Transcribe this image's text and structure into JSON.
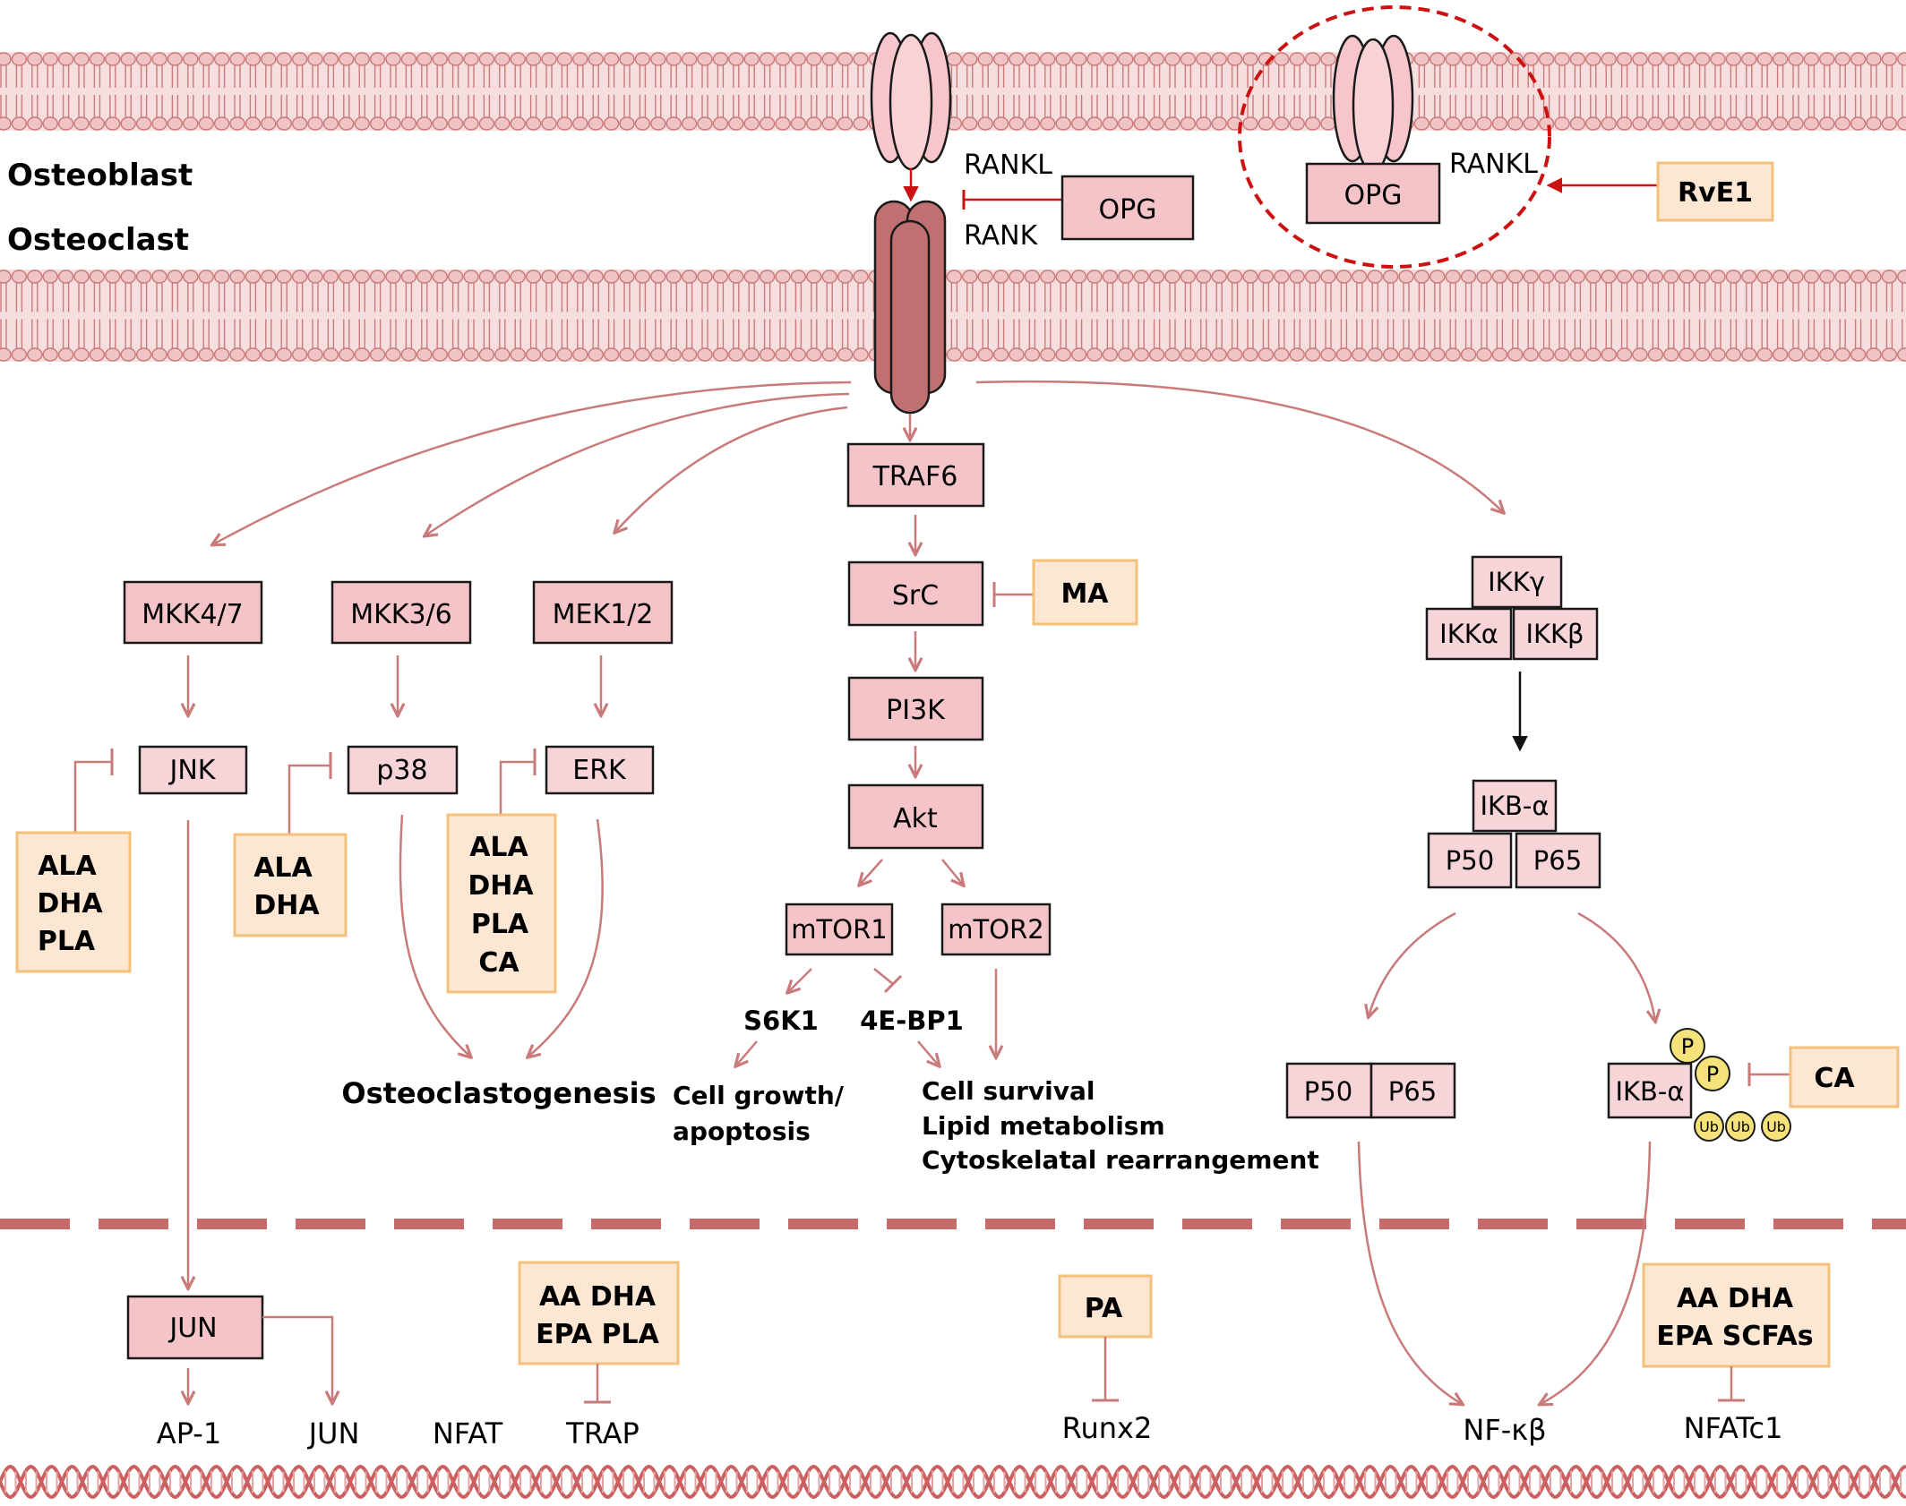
{
  "labels": {
    "osteoblast": "Osteoblast",
    "osteoclast": "Osteoclast",
    "rankl_left": "RANKL",
    "rank": "RANK",
    "opg_left": "OPG",
    "opg_right": "OPG",
    "rankl_right": "RANKL",
    "rve1": "RvE1",
    "traf6": "TRAF6",
    "src": "SrC",
    "ma": "MA",
    "pi3k": "PI3K",
    "akt": "Akt",
    "mtor1": "mTOR1",
    "mtor2": "mTOR2",
    "s6k1": "S6K1",
    "ebp1": "4E-BP1",
    "cell_growth_1": "Cell growth/",
    "cell_growth_2": "apoptosis",
    "survival_1": "Cell survival",
    "survival_2": "Lipid metabolism",
    "survival_3": "Cytoskelatal rearrangement",
    "mkk47": "MKK4/7",
    "mkk36": "MKK3/6",
    "mek12": "MEK1/2",
    "jnk": "JNK",
    "p38": "p38",
    "erk": "ERK",
    "jnk_inh": [
      "ALA",
      "DHA",
      "PLA"
    ],
    "p38_inh": [
      "ALA",
      "DHA"
    ],
    "erk_inh": [
      "ALA",
      "DHA",
      "PLA",
      "CA"
    ],
    "osteoclastogenesis": "Osteoclastogenesis",
    "ikkg": "IKKγ",
    "ikka": "IKKα",
    "ikkb": "IKKβ",
    "ikb_a_top": "IKB-α",
    "p50_top": "P50",
    "p65_top": "P65",
    "p50_mid": "P50",
    "p65_mid": "P65",
    "ikb_a_mid": "IKB-α",
    "phos": "P",
    "ub": "Ub",
    "ca": "CA",
    "jun_box": "JUN",
    "ap1": "AP-1",
    "jun_target": "JUN",
    "nfat": "NFAT",
    "trap": "TRAP",
    "trap_inh": [
      "AA DHA",
      "EPA PLA"
    ],
    "pa": "PA",
    "runx2": "Runx2",
    "nfkb": "NF-κβ",
    "nfatc1_inh": [
      "AA DHA",
      "EPA SCFAs"
    ],
    "nfatc1": "NFATc1"
  },
  "colors": {
    "membrane": "#f2cccc",
    "membrane_line": "#cc7777",
    "node_fill": "#f5c4c8",
    "node_light": "#f7d4d8",
    "node_stroke": "#1a1a1a",
    "inhibitor_fill": "#fde6d2",
    "inhibitor_stroke": "#f5c07a",
    "arrow": "#c97a7a",
    "red_circle": "#cc1111",
    "dna": "#cc5f5f",
    "phospho": "#f5e27a",
    "receptor_dark": "#c07070",
    "receptor_light": "#f7c6cc"
  }
}
